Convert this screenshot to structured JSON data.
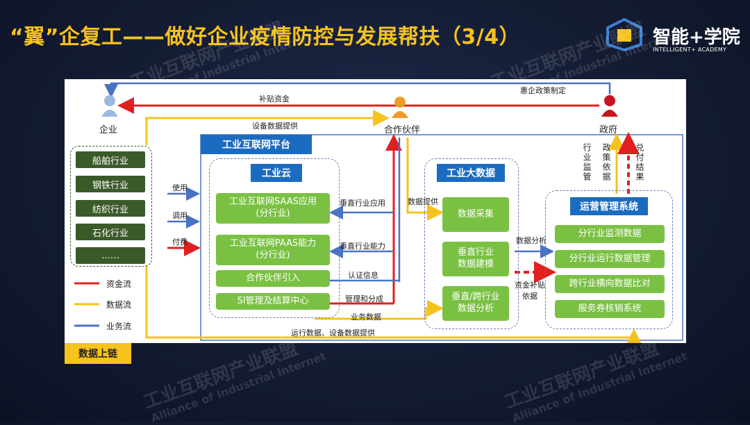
{
  "title": "“翼”企复工——做好企业疫情防控与发展帮扶（3/4）",
  "logo": {
    "text": "智能+学院",
    "sub": "INTELLIGENT+ ACADEMY"
  },
  "watermark": {
    "cn": "工业互联网产业联盟",
    "en": "Alliance of Industrial Internet"
  },
  "actors": {
    "enterprise": "企业",
    "partner": "合作伙伴",
    "government": "政府"
  },
  "industries": [
    "船舶行业",
    "钢铁行业",
    "纺织行业",
    "石化行业",
    "……"
  ],
  "platform": {
    "header": "工业互联网平台"
  },
  "cloud": {
    "header": "工业云",
    "items": [
      "工业互联网SAAS应用\n(分行业)",
      "工业互联网PAAS能力\n(分行业)",
      "合作伙伴引入",
      "SI管理及结算中心"
    ]
  },
  "bigdata": {
    "header": "工业大数据",
    "items": [
      "数据采集",
      "垂直行业\n数据建模",
      "垂直/跨行业\n数据分析"
    ]
  },
  "ops": {
    "header": "运营管理系统",
    "items": [
      "分行业监测数据",
      "分行业运行数据管理",
      "跨行业横向数据比对",
      "服务券核销系统"
    ]
  },
  "flows": {
    "subsidy": "补贴资金",
    "policy": "惠企政策制定",
    "device_data": "设备数据提供",
    "use": "使用",
    "call": "调用",
    "pay": "付费",
    "vertical_app": "垂直行业应用",
    "vertical_ability": "垂直行业能力",
    "auth": "认证信息",
    "manage": "管理和分成",
    "business_data": "业务数据",
    "ops_data": "运行数据、设备数据提供",
    "data_provide": "数据提供",
    "data_analysis": "数据分析",
    "subsidy_basis": "资金补贴\n依据",
    "gov_industry": "行业监管",
    "gov_policy": "政策依据",
    "gov_pay": "兑付结果"
  },
  "legend": [
    {
      "label": "资金流",
      "color": "#e02020"
    },
    {
      "label": "数据流",
      "color": "#f6c21c"
    },
    {
      "label": "业务流",
      "color": "#4a72c4"
    }
  ],
  "tag": "数据上链"
}
